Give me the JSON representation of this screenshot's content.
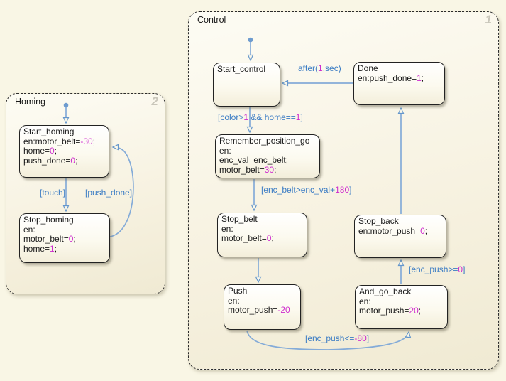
{
  "colors": {
    "k": "#1a1a1a",
    "m": "#ce2bce",
    "b": "#3b7cc4",
    "gray": "#c9c6ba"
  },
  "containers": {
    "homing": {
      "label": "Homing",
      "corner": "2"
    },
    "control": {
      "label": "Control",
      "corner": "1"
    }
  },
  "states": {
    "start_homing": {
      "title": "Start_homing",
      "lines": [
        [
          {
            "t": "en:motor_belt=",
            "c": "k"
          },
          {
            "t": "-30",
            "c": "m"
          },
          {
            "t": ";",
            "c": "k"
          }
        ],
        [
          {
            "t": "home=",
            "c": "k"
          },
          {
            "t": "0",
            "c": "m"
          },
          {
            "t": ";",
            "c": "k"
          }
        ],
        [
          {
            "t": "push_done=",
            "c": "k"
          },
          {
            "t": "0",
            "c": "m"
          },
          {
            "t": ";",
            "c": "k"
          }
        ]
      ]
    },
    "stop_homing": {
      "title": "Stop_homing",
      "lines": [
        [
          {
            "t": "en:",
            "c": "k"
          }
        ],
        [
          {
            "t": "motor_belt=",
            "c": "k"
          },
          {
            "t": "0",
            "c": "m"
          },
          {
            "t": ";",
            "c": "k"
          }
        ],
        [
          {
            "t": "home=",
            "c": "k"
          },
          {
            "t": "1",
            "c": "m"
          },
          {
            "t": ";",
            "c": "k"
          }
        ]
      ]
    },
    "start_control": {
      "title": "Start_control",
      "lines": []
    },
    "done": {
      "title": "Done",
      "lines": [
        [
          {
            "t": "en:push_done=",
            "c": "k"
          },
          {
            "t": "1",
            "c": "m"
          },
          {
            "t": ";",
            "c": "k"
          }
        ]
      ]
    },
    "remember_position_go": {
      "title": "Remember_position_go",
      "lines": [
        [
          {
            "t": "en:",
            "c": "k"
          }
        ],
        [
          {
            "t": "enc_val=enc_belt;",
            "c": "k"
          }
        ],
        [
          {
            "t": "motor_belt=",
            "c": "k"
          },
          {
            "t": "30",
            "c": "m"
          },
          {
            "t": ";",
            "c": "k"
          }
        ]
      ]
    },
    "stop_belt": {
      "title": "Stop_belt",
      "lines": [
        [
          {
            "t": "en:",
            "c": "k"
          }
        ],
        [
          {
            "t": "motor_belt=",
            "c": "k"
          },
          {
            "t": "0",
            "c": "m"
          },
          {
            "t": ";",
            "c": "k"
          }
        ]
      ]
    },
    "stop_back": {
      "title": "Stop_back",
      "lines": [
        [
          {
            "t": "en:motor_push=",
            "c": "k"
          },
          {
            "t": "0",
            "c": "m"
          },
          {
            "t": ";",
            "c": "k"
          }
        ]
      ]
    },
    "push": {
      "title": "Push",
      "lines": [
        [
          {
            "t": "en:",
            "c": "k"
          }
        ],
        [
          {
            "t": "motor_push=",
            "c": "k"
          },
          {
            "t": "-20",
            "c": "m"
          }
        ]
      ]
    },
    "and_go_back": {
      "title": "And_go_back",
      "lines": [
        [
          {
            "t": "en:",
            "c": "k"
          }
        ],
        [
          {
            "t": "motor_push=",
            "c": "k"
          },
          {
            "t": "20",
            "c": "m"
          },
          {
            "t": ";",
            "c": "k"
          }
        ]
      ]
    }
  },
  "transitions": {
    "touch": [
      [
        {
          "t": "[touch]",
          "c": "b"
        }
      ]
    ],
    "push_done": [
      [
        {
          "t": "[push_done]",
          "c": "b"
        }
      ]
    ],
    "after": [
      [
        {
          "t": "after(",
          "c": "b"
        },
        {
          "t": "1",
          "c": "m"
        },
        {
          "t": ",sec)",
          "c": "b"
        }
      ]
    ],
    "color_home": [
      [
        {
          "t": "[color>",
          "c": "b"
        },
        {
          "t": "1",
          "c": "m"
        },
        {
          "t": " && home==",
          "c": "b"
        },
        {
          "t": "1",
          "c": "m"
        },
        {
          "t": "]",
          "c": "b"
        }
      ]
    ],
    "enc_belt": [
      [
        {
          "t": "[enc_belt>enc_val+",
          "c": "b"
        },
        {
          "t": "180",
          "c": "m"
        },
        {
          "t": "]",
          "c": "b"
        }
      ]
    ],
    "enc_push_ge": [
      [
        {
          "t": "[enc_push>=",
          "c": "b"
        },
        {
          "t": "0",
          "c": "m"
        },
        {
          "t": "]",
          "c": "b"
        }
      ]
    ],
    "enc_push_le": [
      [
        {
          "t": "[enc_push<=",
          "c": "b"
        },
        {
          "t": "-80",
          "c": "m"
        },
        {
          "t": "]",
          "c": "b"
        }
      ]
    ]
  }
}
